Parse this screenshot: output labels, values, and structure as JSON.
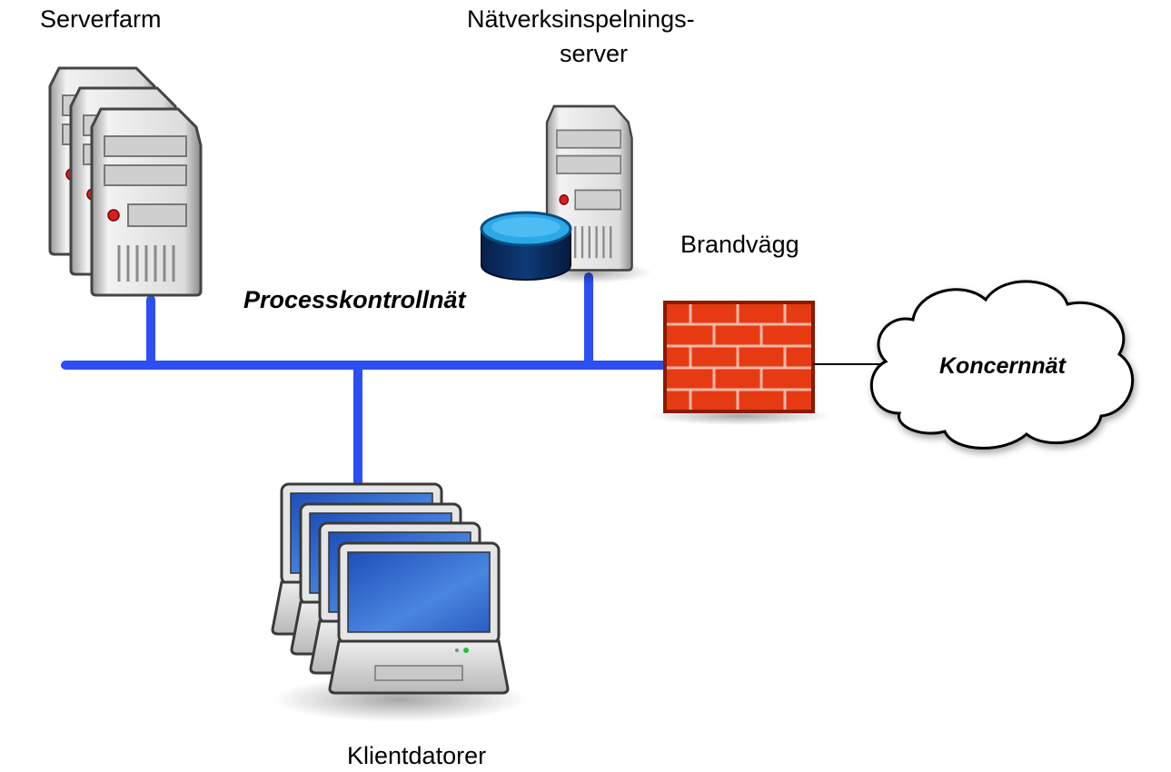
{
  "labels": {
    "server_farm": "Serverfarm",
    "recording_server_line1": "Nätverksinspelnings-",
    "recording_server_line2": "server",
    "firewall": "Brandvägg",
    "process_network": "Processkontrollnät",
    "corporate_network": "Koncernnät",
    "clients": "Klientdatorer"
  },
  "icons": {
    "server_farm": "server-stack-icon",
    "recording_server": "server-tower-icon",
    "storage": "database-icon",
    "firewall": "brick-firewall-icon",
    "cloud": "cloud-icon",
    "clients": "laptop-stack-icon"
  },
  "colors": {
    "network_line": "#2b4ff0",
    "firewall_brick": "#e63a12",
    "firewall_mortar": "#f4b8a8",
    "storage_top": "#2aa9e6",
    "storage_body": "#0a2a5e",
    "screen": "#2f5fc0",
    "led_red": "#d42020",
    "led_green": "#20c040"
  }
}
